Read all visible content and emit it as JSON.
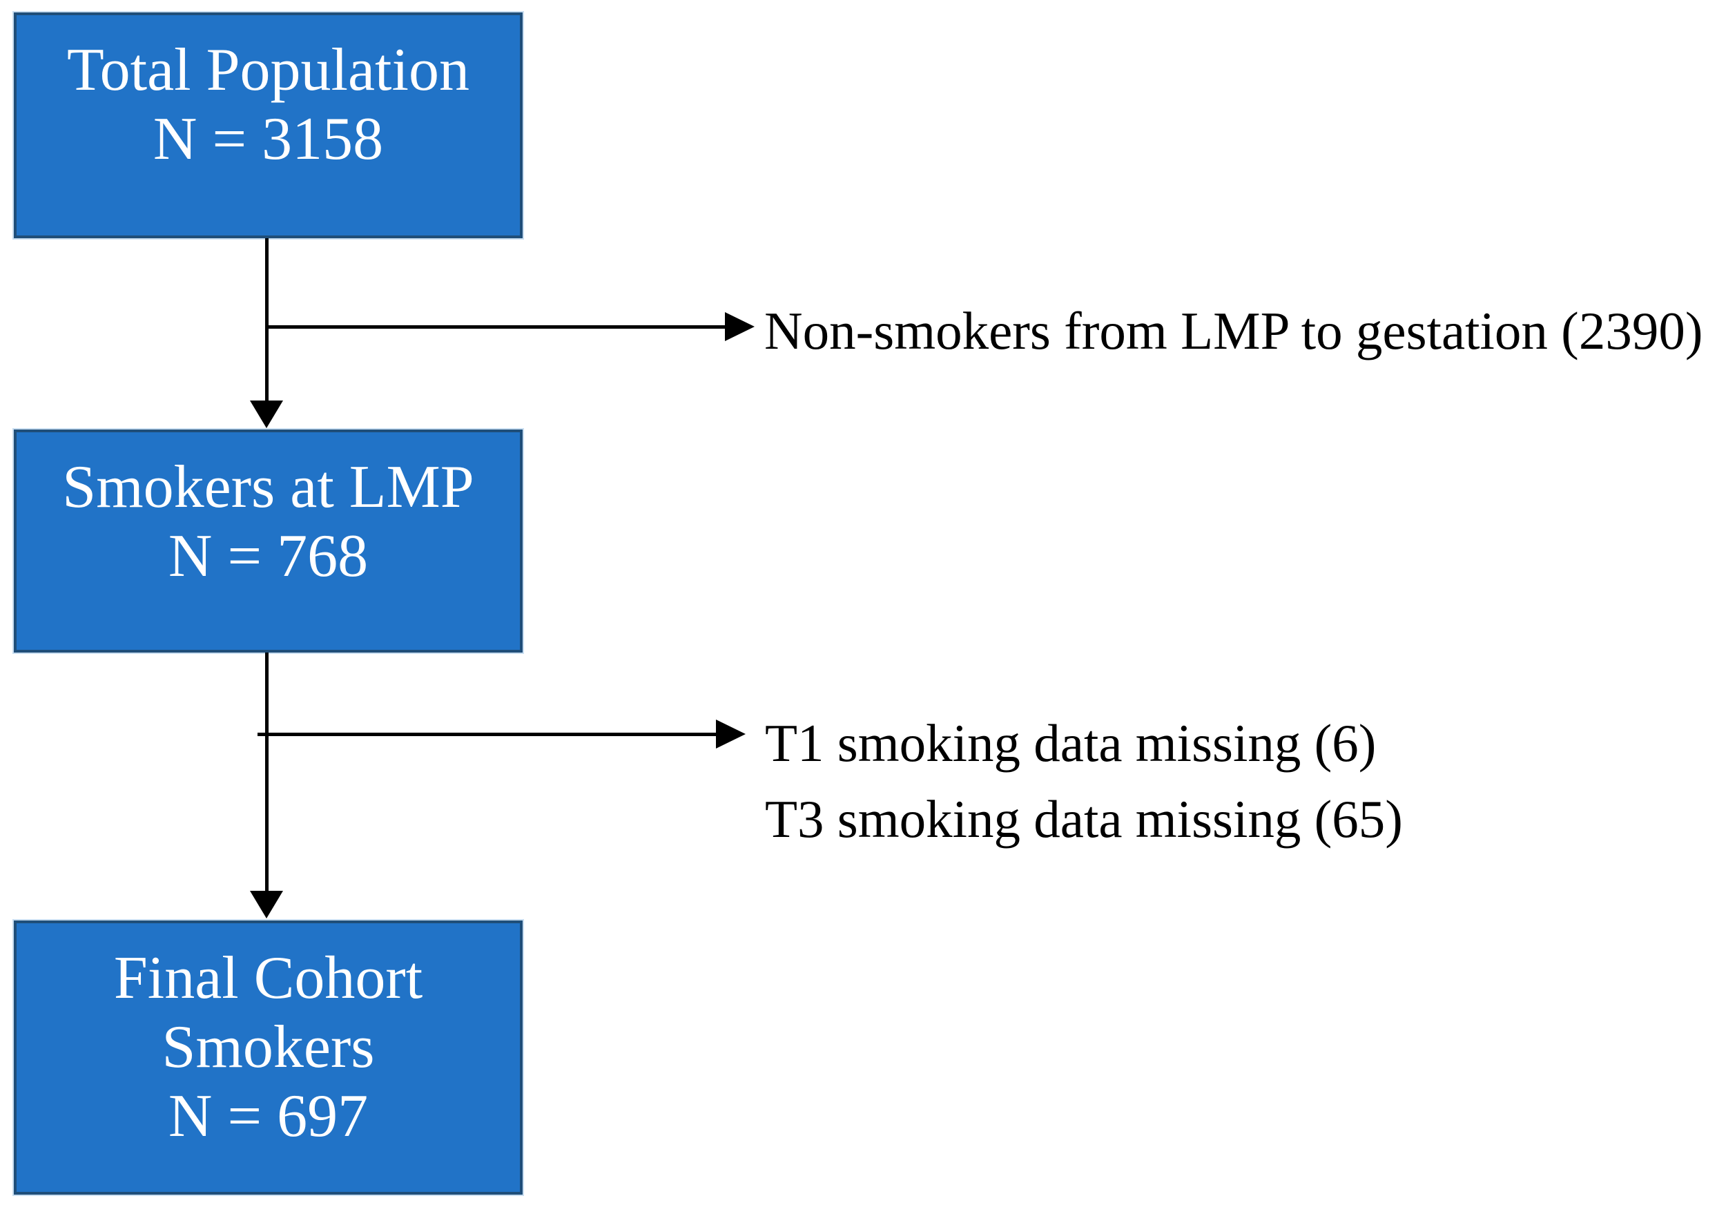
{
  "figure": {
    "type": "study-flow-diagram",
    "background": "#ffffff",
    "colors": {
      "box_fill": "#2173C7",
      "box_border": "#1F4E79",
      "box_text": "#ffffff",
      "label_text": "#000000",
      "arrow": "#000000"
    }
  },
  "diagram": {
    "nodes": [
      {
        "id": "total-population",
        "lines": [
          "Total Population",
          "N = 3158"
        ]
      },
      {
        "id": "smokers-at-lmp",
        "lines": [
          "Smokers at LMP",
          "N = 768"
        ]
      },
      {
        "id": "final-cohort-smokers",
        "lines": [
          "Final Cohort",
          "Smokers",
          "N = 697"
        ]
      }
    ],
    "branches": [
      {
        "from": "total-population",
        "labels": [
          "Non-smokers from LMP to gestation (2390)"
        ]
      },
      {
        "from": "smokers-at-lmp",
        "labels": [
          "T1 smoking data missing (6)",
          "T3 smoking data missing (65)"
        ]
      }
    ]
  }
}
